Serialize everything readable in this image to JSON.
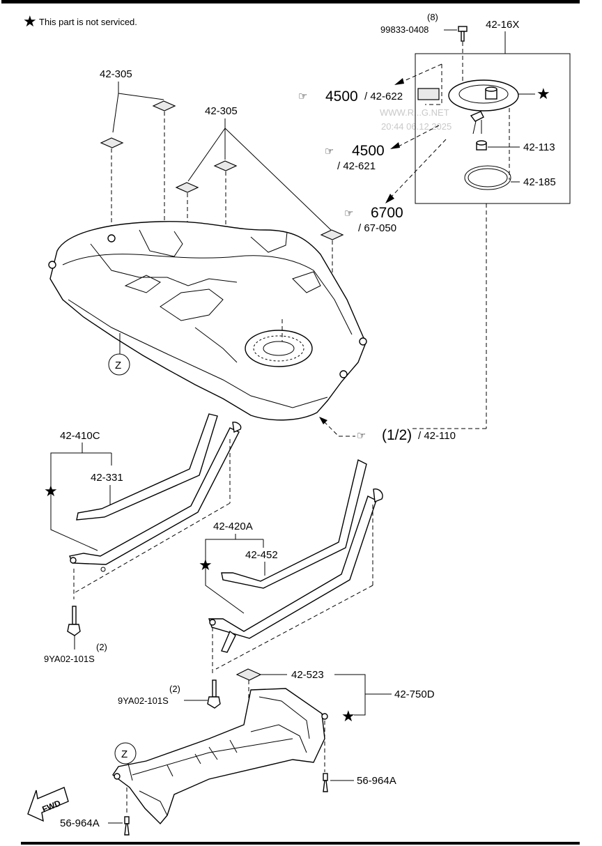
{
  "legend": {
    "star_symbol": "★",
    "text": "This part is not serviced."
  },
  "watermark": {
    "site": "WWW.R...G.NET",
    "timestamp": "20:44 06.12.2025"
  },
  "labels": {
    "p42_16x": "42-16X",
    "bolt_qty": "(8)",
    "bolt_99833": "99833-0408",
    "p42_305_a": "42-305",
    "p42_305_b": "42-305",
    "ref4500_a": "4500",
    "ref4500_a_sub": "/ 42-622",
    "ref4500_b": "4500",
    "ref4500_b_sub": "/ 42-621",
    "ref6700": "6700",
    "ref6700_sub": "/ 67-050",
    "p42_113": "42-113",
    "p42_185": "42-185",
    "ref_half": "(1/2)",
    "ref_half_sub": "/ 42-110",
    "z_top": "Z",
    "z_bottom": "Z",
    "p42_410c": "42-410C",
    "p42_331": "42-331",
    "p42_420a": "42-420A",
    "p42_452": "42-452",
    "bolt_qty_a": "(2)",
    "bolt_9ya02_a": "9YA02-101S",
    "bolt_qty_b": "(2)",
    "bolt_9ya02_b": "9YA02-101S",
    "p42_523": "42-523",
    "p42_750d": "42-750D",
    "clip_a": "56-964A",
    "clip_b": "56-964A",
    "fwd": "FWD"
  }
}
